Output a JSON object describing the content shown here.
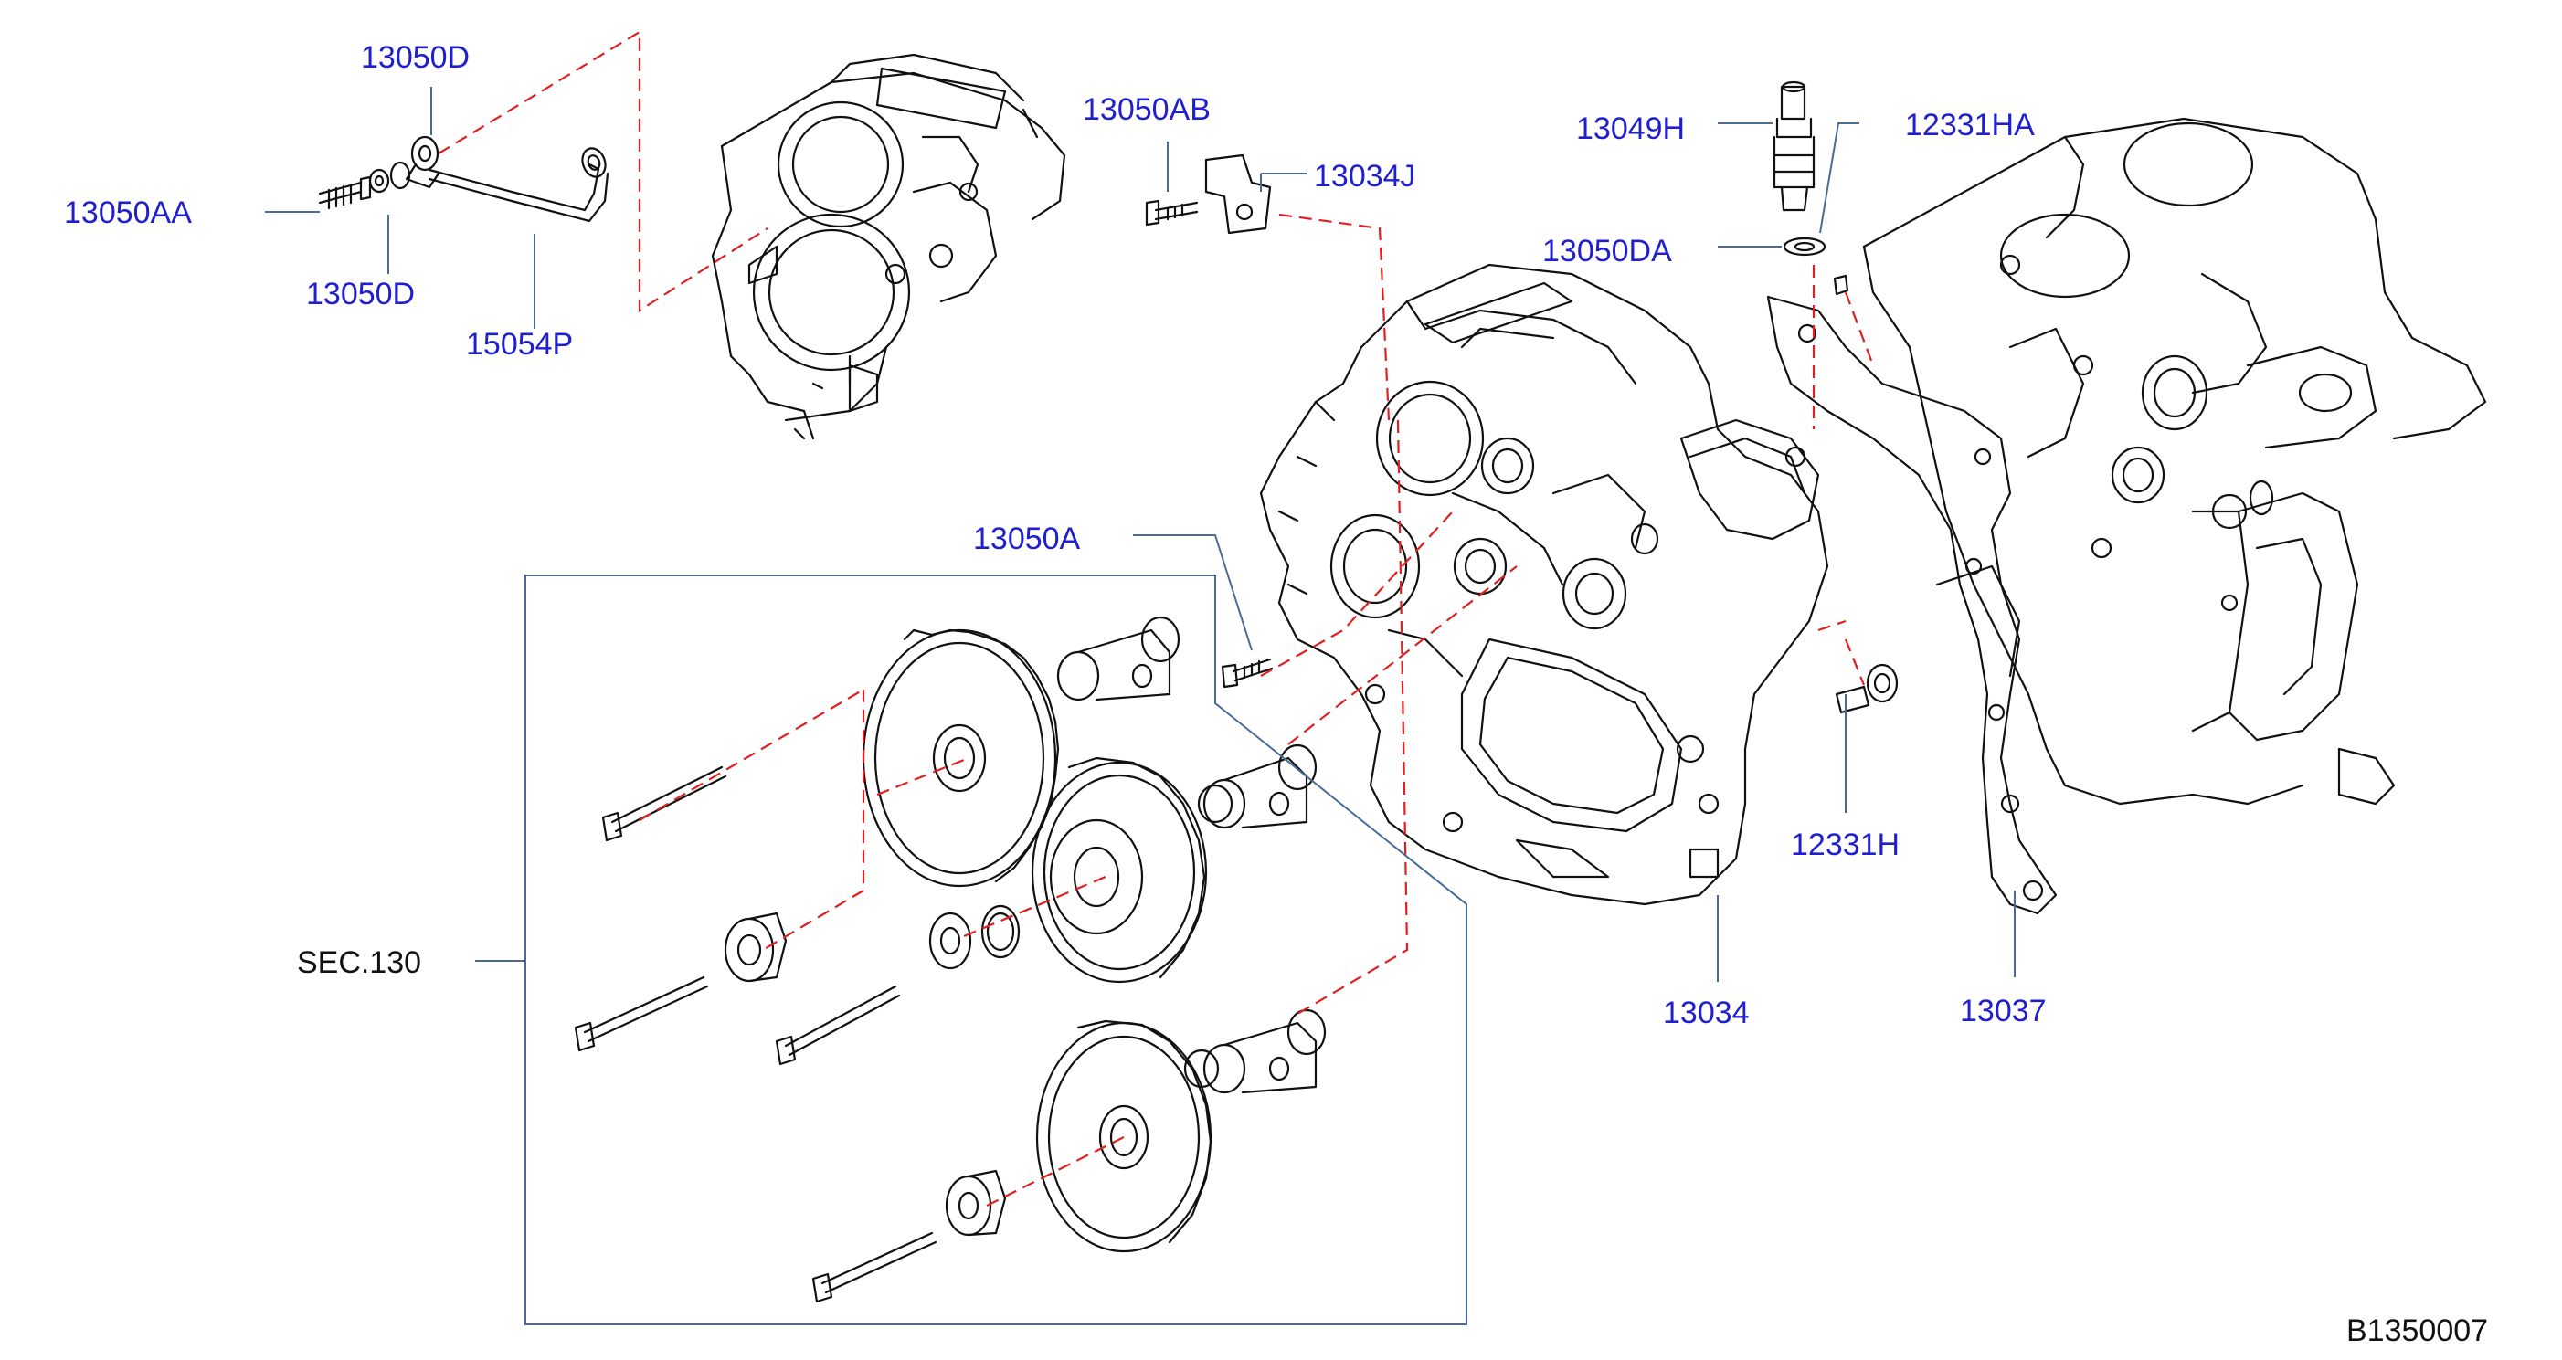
{
  "diagram": {
    "labels": {
      "p13050D_top": "13050D",
      "p13050AA": "13050AA",
      "p13050D_bottom": "13050D",
      "p15054P": "15054P",
      "p13050AB": "13050AB",
      "p13034J": "13034J",
      "p13049H": "13049H",
      "p12331HA": "12331HA",
      "p13050DA": "13050DA",
      "p13050A": "13050A",
      "p12331H": "12331H",
      "p13034": "13034",
      "p13037": "13037"
    },
    "section_ref": "SEC.130",
    "drawing_code": "B1350007",
    "colors": {
      "label": "#1f1fd0",
      "leader": "#4a6a9a",
      "dashed": "#e02020",
      "linework": "#111111"
    }
  }
}
